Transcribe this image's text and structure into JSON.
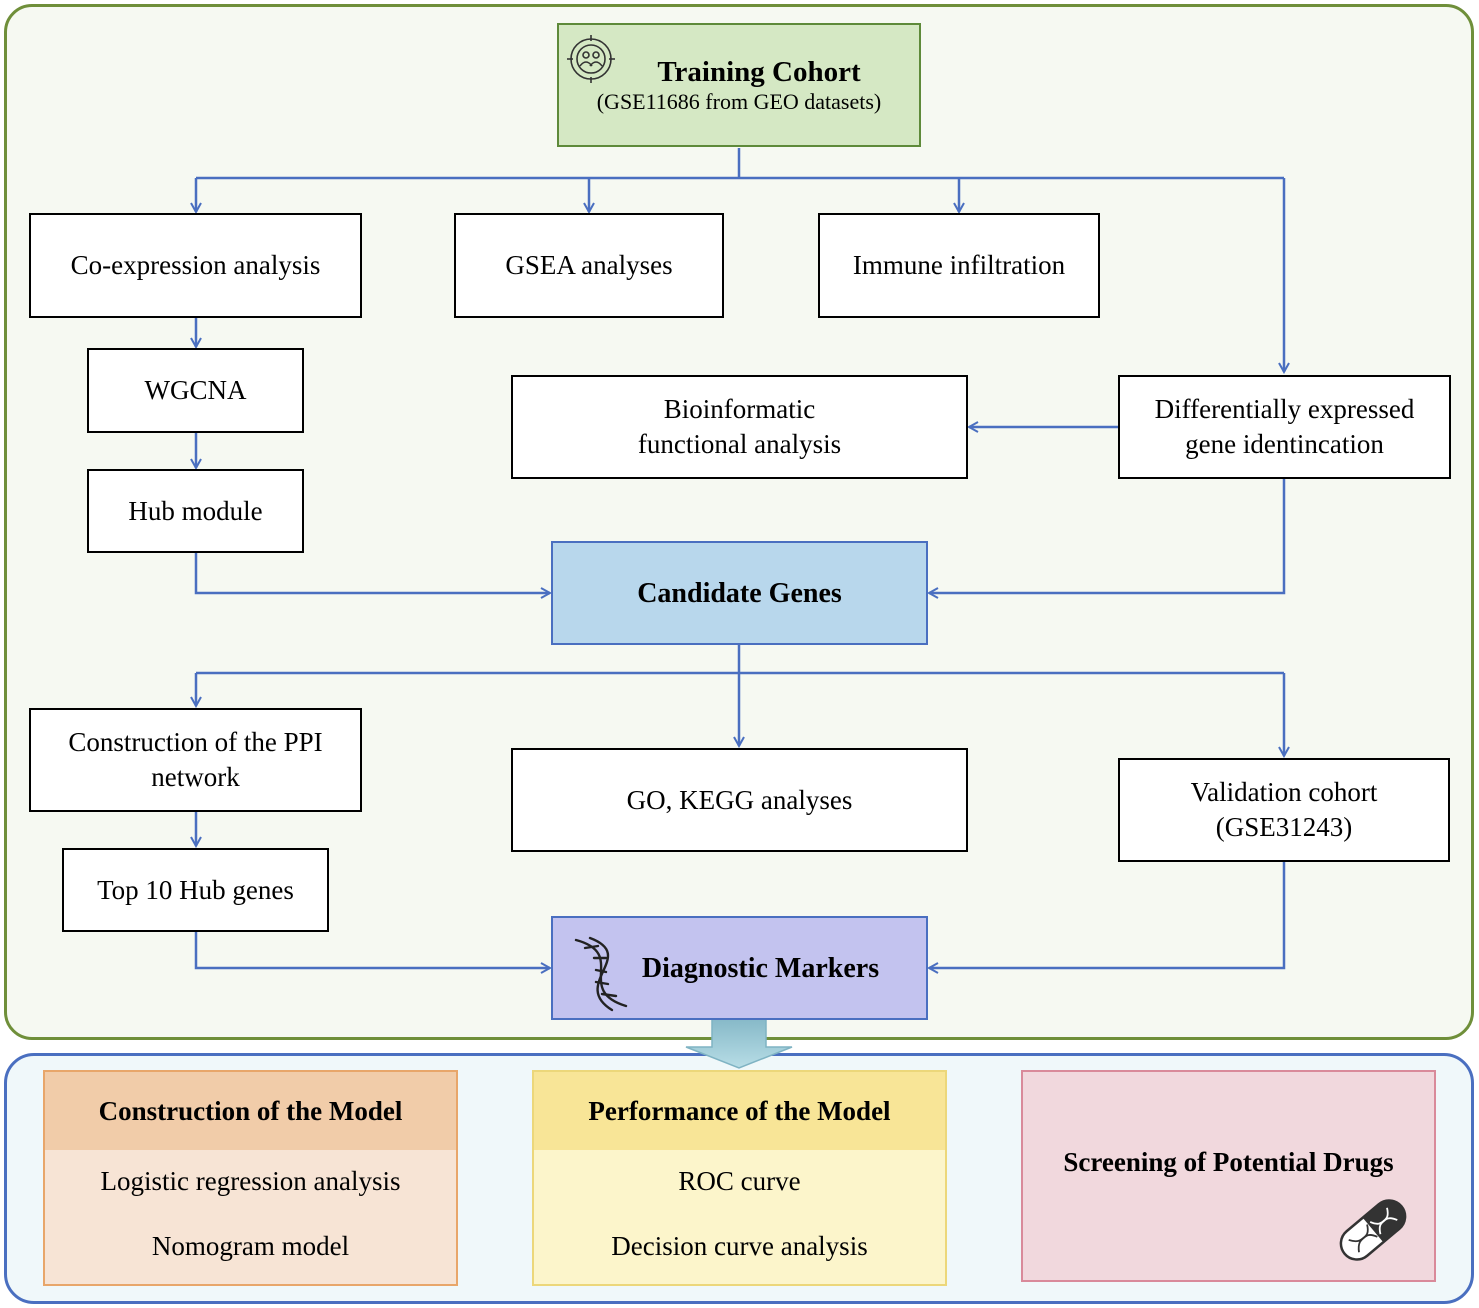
{
  "training": {
    "title": "Training Cohort",
    "subtitle": "(GSE11686 from GEO datasets)",
    "icon": "people-target-icon",
    "color": "#d5e8c4"
  },
  "row1": {
    "coexpression": "Co-expression analysis",
    "gsea": "GSEA analyses",
    "immune": "Immune infiltration"
  },
  "left_chain": {
    "wgcna": "WGCNA",
    "hub_module": "Hub module"
  },
  "bioinformatic": "Bioinformatic\nfunctional analysis",
  "deg": "Differentially expressed\ngene identincation",
  "candidate": {
    "label": "Candidate Genes",
    "color": "#b8d7ec"
  },
  "row2": {
    "ppi": "Construction of the PPI\nnetwork",
    "top10": "Top 10 Hub genes",
    "go_kegg": "GO, KEGG analyses",
    "validation": "Validation cohort\n(GSE31243)"
  },
  "diagnostic": {
    "label": "Diagnostic Markers",
    "icon": "dna-icon",
    "color": "#c3c3ef"
  },
  "model_construction": {
    "title": "Construction of the Model",
    "items": [
      "Logistic regression analysis",
      "Nomogram model"
    ]
  },
  "model_performance": {
    "title": "Performance of the Model",
    "items": [
      "ROC curve",
      "Decision curve analysis"
    ]
  },
  "drugs": {
    "title": "Screening of Potential Drugs",
    "icon": "capsule-dna-icon"
  },
  "colors": {
    "arrow": "#4a6fc0",
    "top_border": "#6f8f3a",
    "bottom_border": "#4a6fc0"
  }
}
